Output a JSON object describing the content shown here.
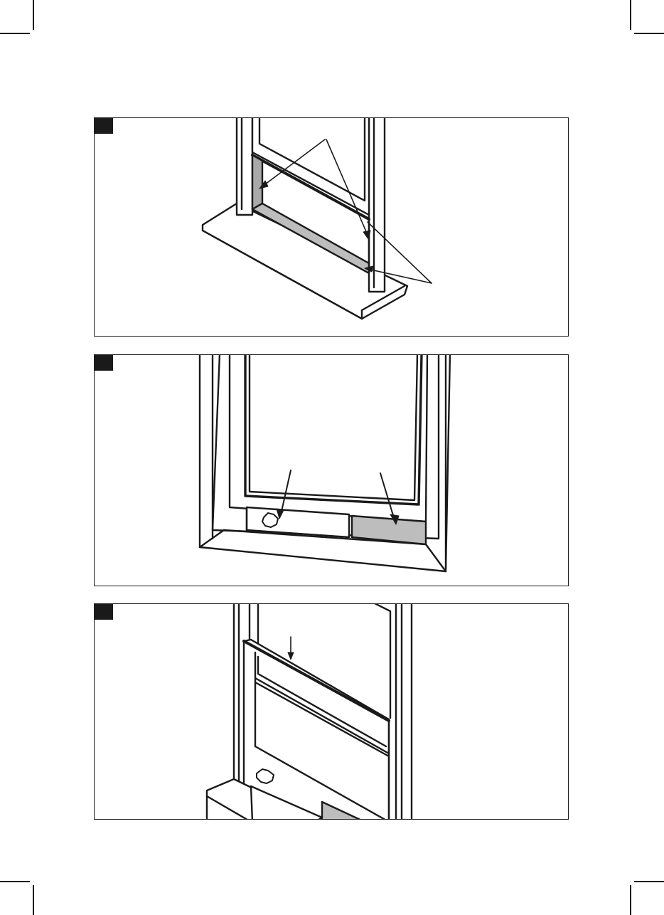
{
  "figures": [
    {
      "id": "figure-1",
      "badge": ""
    },
    {
      "id": "figure-2",
      "badge": ""
    },
    {
      "id": "figure-3",
      "badge": ""
    }
  ],
  "colors": {
    "line": "#1a1a1a",
    "shade": "#bdbdbd",
    "paper": "#ffffff"
  },
  "icons": [
    "arrow",
    "window-frame",
    "window-sill",
    "sealing-strip",
    "mounting-hole"
  ]
}
